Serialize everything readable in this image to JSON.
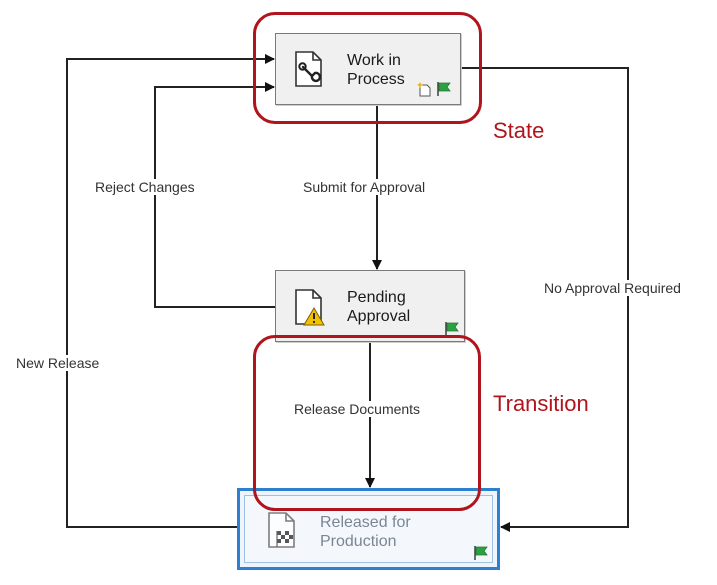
{
  "states": {
    "work_in_process": {
      "label_line1": "Work in",
      "label_line2": "Process",
      "icon": "document-wrench-icon"
    },
    "pending_approval": {
      "label_line1": "Pending",
      "label_line2": "Approval",
      "icon": "document-warning-icon"
    },
    "released_for_production": {
      "label_line1": "Released for",
      "label_line2": "Production",
      "icon": "document-checkered-flag-icon"
    }
  },
  "transitions": {
    "submit_for_approval": "Submit for Approval",
    "reject_changes": "Reject Changes",
    "no_approval_required": "No Approval Required",
    "new_release": "New Release",
    "release_documents": "Release Documents"
  },
  "callouts": {
    "state": "State",
    "transition": "Transition"
  },
  "colors": {
    "callout": "#b0141c",
    "selection": "#2f7fd0",
    "flag": "#2ea043",
    "warning": "#f2c200"
  }
}
